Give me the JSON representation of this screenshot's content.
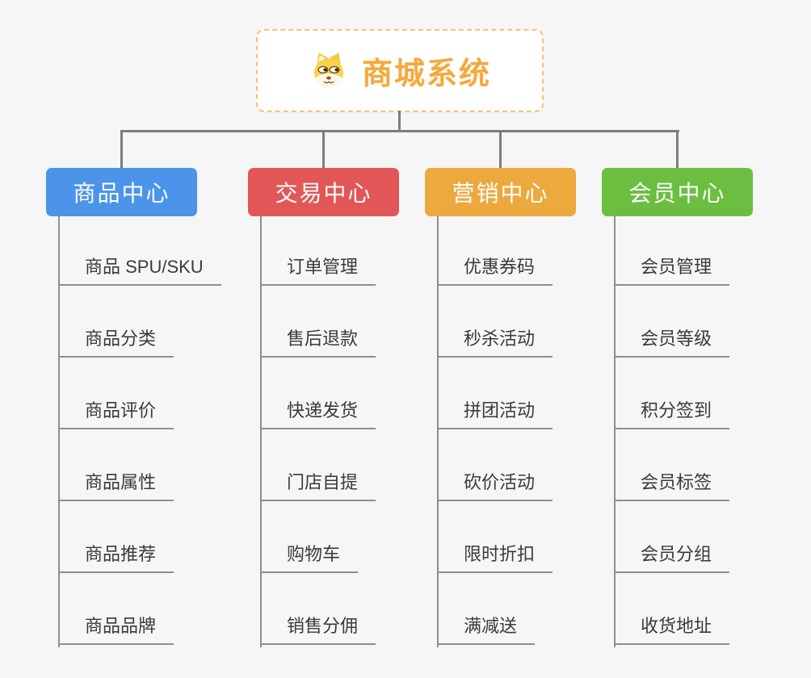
{
  "page": {
    "background": "#f6f6f6"
  },
  "root": {
    "title": "商城系统",
    "icon": "dog-icon",
    "text_color": "#f5a93c",
    "border_color": "#f5c277"
  },
  "connector_color": "#7d7d7d",
  "branches": [
    {
      "label": "商品中心",
      "color": "#4b94e9",
      "items": [
        "商品 SPU/SKU",
        "商品分类",
        "商品评价",
        "商品属性",
        "商品推荐",
        "商品品牌"
      ]
    },
    {
      "label": "交易中心",
      "color": "#e15757",
      "items": [
        "订单管理",
        "售后退款",
        "快递发货",
        "门店自提",
        "购物车",
        "销售分佣"
      ]
    },
    {
      "label": "营销中心",
      "color": "#eca93e",
      "items": [
        "优惠券码",
        "秒杀活动",
        "拼团活动",
        "砍价活动",
        "限时折扣",
        "满减送"
      ]
    },
    {
      "label": "会员中心",
      "color": "#6cbe40",
      "items": [
        "会员管理",
        "会员等级",
        "积分签到",
        "会员标签",
        "会员分组",
        "收货地址"
      ]
    }
  ]
}
